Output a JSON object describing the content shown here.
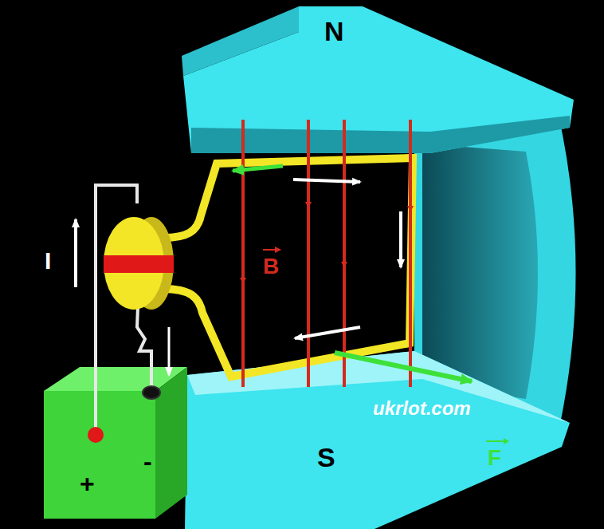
{
  "diagram": {
    "labels": [
      "N",
      "S",
      "I",
      "B",
      "F",
      "ukrlot.com",
      "+",
      "-"
    ]
  }
}
